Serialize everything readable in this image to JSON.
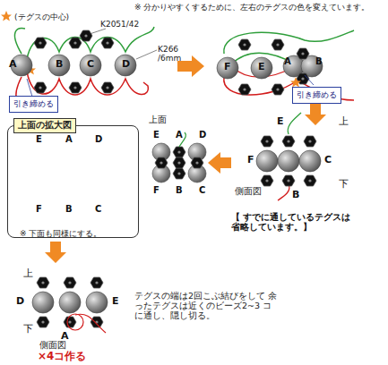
{
  "diagram": {
    "nodes": [
      {
        "text": [
          "引き締める"
        ]
      },
      {
        "text": [
          "引き締める"
        ]
      },
      {
        "text": [
          "上面の拡大図"
        ]
      }
    ],
    "labels": [
      "※ 分かりやすくするために、左右のテグスの色を変えています。",
      "(テグスの中心)",
      "K2051/42",
      "K266 /6mm",
      "A",
      "B",
      "C",
      "D",
      "F",
      "E",
      "A",
      "B",
      "上",
      "下",
      "F",
      "E",
      "C",
      "B",
      "側面図",
      "上面",
      "E",
      "A",
      "D",
      "F",
      "B",
      "C",
      "※ 下面も同様にする。",
      "E",
      "A",
      "D",
      "F",
      "B",
      "C",
      "【 すでに通しているテグスは 省略しています。】",
      "上",
      "下",
      "D",
      "E",
      "A",
      "側面図",
      "×4コ作る",
      "テグスの端は2回こぶ結びをして 余ったテグスは近くのビーズ2~3 コに通し、隠し切る。"
    ]
  }
}
